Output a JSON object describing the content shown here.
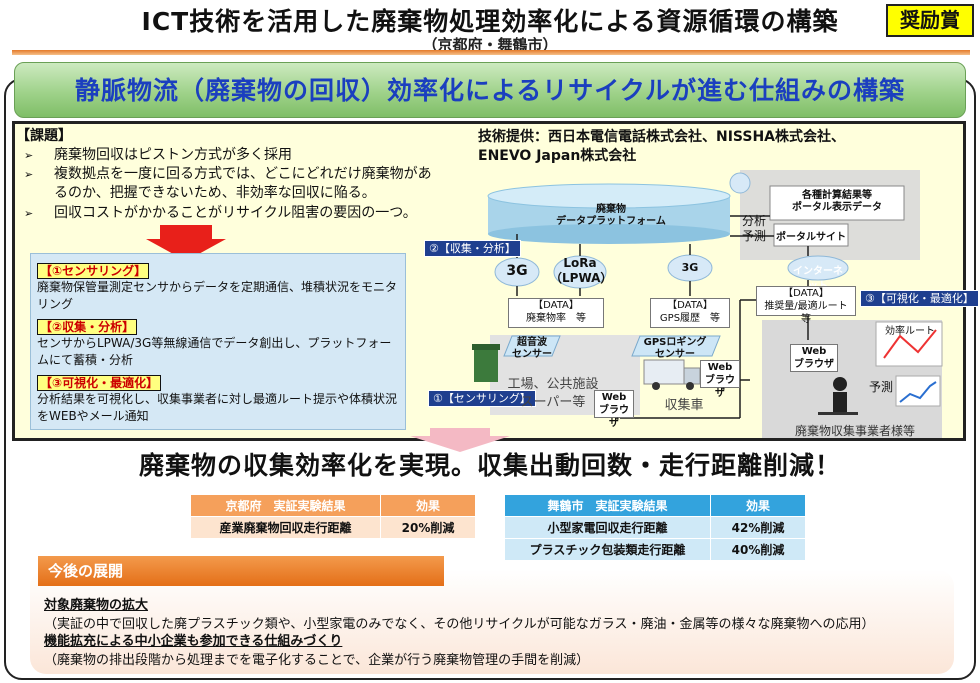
{
  "header": {
    "title": "ICT技術を活用した廃棄物処理効率化による資源循環の構築",
    "subtitle": "（京都府・舞鶴市）",
    "award": "奨励賞"
  },
  "banner": {
    "text": "静脈物流（廃棄物の回収）効率化によるリサイクルが進む仕組みの構築"
  },
  "issues": {
    "title": "【課題】",
    "bullet": "➢",
    "items": [
      "廃棄物回収はピストン方式が多く採用",
      "複数拠点を一度に回る方式では、どこにどれだけ廃棄物があるのか、把握できないため、非効率な回収に陥る。",
      "回収コストがかかることがリサイクル阻害の要因の一つ。"
    ]
  },
  "steps": [
    {
      "heading": "【①センサリング】",
      "text": "廃棄物保管量測定センサからデータを定期通信、堆積状況をモニタリング"
    },
    {
      "heading": "【②収集・分析】",
      "text": "センサからLPWA/3G等無線通信でデータ創出し、プラットフォームにて蓄積・分析"
    },
    {
      "heading": "【③可視化・最適化】",
      "text": "分析結果を可視化し、収集事業者に対し最適ルート提示や体積状況をWEBやメール通知"
    }
  ],
  "diagram": {
    "provider_line1": "技術提供：西日本電信電話株式会社、NISSHA株式会社、",
    "provider_line2": "ENEVO Japan株式会社",
    "platform": "廃棄物\nデータプラットフォーム",
    "portal_data": "各種計算結果等\nポータル表示データ",
    "analysis": "分析\n予測",
    "portal_site": "ポータルサイト",
    "internet": "インターネット",
    "tag_collect": "②【収集・分析】",
    "tag_sensor": "①【センサリング】",
    "tag_visual": "③【可視化・最適化】",
    "net_3g_a": "3G",
    "net_lora": "LoRa\n（LPWA）",
    "net_3g_b": "3G",
    "data_a": "【DATA】\n廃棄物率　等",
    "data_b": "【DATA】\nGPS履歴　等",
    "data_c": "【DATA】\n推奨量/最適ルート　等",
    "ultrasonic": "超音波\nセンサー",
    "gps_sensor": "GPSロギング\nセンサー",
    "web_browser": "Web\nブラウザ",
    "facilities": "工場、公共施設\nスーパー等",
    "truck": "収集車",
    "route_label": "効率ルート",
    "forecast_label": "予測",
    "operators": "廃棄物収集事業者様等"
  },
  "headline": "廃棄物の収集効率化を実現。収集出動回数・走行距離削減！",
  "results": {
    "kyoto": {
      "header": [
        "京都府　実証実験結果",
        "効果"
      ],
      "rows": [
        [
          "産業廃棄物回収走行距離",
          "20%削減"
        ]
      ]
    },
    "maizuru": {
      "header": [
        "舞鶴市　実証実験結果",
        "効果"
      ],
      "rows": [
        [
          "小型家電回収走行距離",
          "42%削減"
        ],
        [
          "プラスチック包装類走行距離",
          "40%削減"
        ]
      ]
    }
  },
  "future": {
    "title": "今後の展開",
    "items": [
      {
        "heading": "対象廃棄物の拡大",
        "text": "（実証の中で回収した廃プラスチック類や、小型家電のみでなく、その他リサイクルが可能なガラス・廃油・金属等の様々な廃棄物への応用）"
      },
      {
        "heading": "機能拡充による中小企業も参加できる仕組みづくり",
        "text": "（廃棄物の排出段階から処理までを電子化することで、企業が行う廃棄物管理の手間を削減）"
      }
    ]
  },
  "colors": {
    "banner_text": "#1b3fbf",
    "panel": "#ffffdc",
    "orange": "#e46f18",
    "blue": "#33a3dd",
    "award": "#ffff00"
  }
}
